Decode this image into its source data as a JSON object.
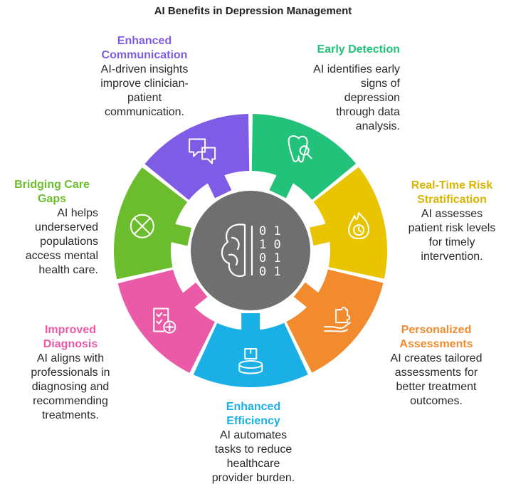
{
  "title": "AI Benefits in Depression Management",
  "colors": {
    "center": "#6f6f6f",
    "early_detection": "#22c27a",
    "real_time_risk": "#e8c500",
    "personalized": "#f28a2e",
    "efficiency": "#1ab0e6",
    "diagnosis": "#ea5aa6",
    "bridging": "#6cbd2d",
    "communication": "#7f5ce6"
  },
  "center_icon": "brain-binary-icon",
  "center_binary": [
    "0 1",
    "1 0",
    "0 1",
    "0 1"
  ],
  "segments": [
    {
      "id": "early-detection",
      "icon": "tooth-search-icon",
      "heading": [
        "Early Detection"
      ],
      "text": [
        "AI identifies early",
        "signs of",
        "depression",
        "through data",
        "analysis."
      ]
    },
    {
      "id": "real-time-risk",
      "icon": "flame-clock-icon",
      "heading": [
        "Real-Time Risk",
        "Stratification"
      ],
      "text": [
        "AI assesses",
        "patient risk levels",
        "for timely",
        "intervention."
      ]
    },
    {
      "id": "personalized",
      "icon": "hand-puzzle-icon",
      "heading": [
        "Personalized",
        "Assessments"
      ],
      "text": [
        "AI creates tailored",
        "assessments for",
        "better treatment",
        "outcomes."
      ]
    },
    {
      "id": "efficiency",
      "icon": "box-stack-icon",
      "heading": [
        "Enhanced",
        "Efficiency"
      ],
      "text": [
        "AI automates",
        "tasks to reduce",
        "healthcare",
        "provider burden."
      ]
    },
    {
      "id": "diagnosis",
      "icon": "clipboard-check-icon",
      "heading": [
        "Improved",
        "Diagnosis"
      ],
      "text": [
        "AI aligns with",
        "professionals in",
        "diagnosing and",
        "recommending",
        "treatments."
      ]
    },
    {
      "id": "bridging",
      "icon": "circle-x-icon",
      "heading": [
        "Bridging Care",
        "Gaps"
      ],
      "text": [
        "AI helps",
        "underserved",
        "populations",
        "access mental",
        "health care."
      ]
    },
    {
      "id": "communication",
      "icon": "chat-bubbles-icon",
      "heading": [
        "Enhanced",
        "Communication"
      ],
      "text": [
        "AI-driven insights",
        "improve clinician-",
        "patient",
        "communication."
      ]
    }
  ]
}
